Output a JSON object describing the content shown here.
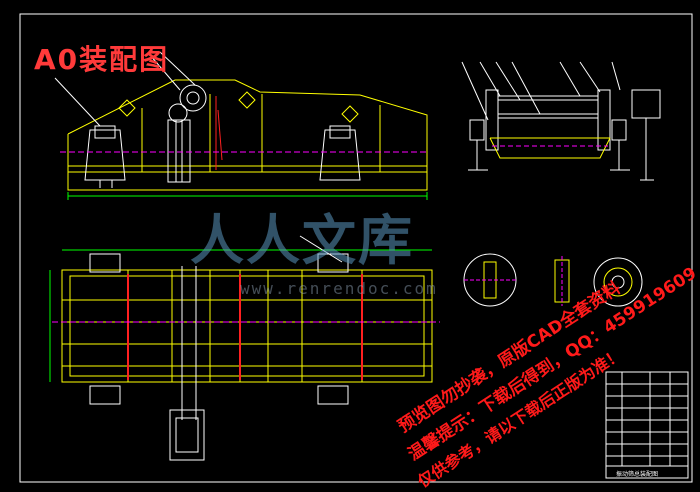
{
  "drawing": {
    "title_stamp": "A0装配图"
  },
  "watermark": {
    "brand": "人人文库",
    "url": "www.renrendoc.com"
  },
  "promo": {
    "line1": "预览图勿抄袭，原版CAD全套资料",
    "line2": "温馨提示：下载后得到，QQ：459919609",
    "line3": "仅供参考，请以下载后正版为准！"
  },
  "title_block": {
    "name": "振动筛总装配图"
  },
  "colors": {
    "background": "#000000",
    "frame": "#ffffff",
    "structure": "#ffff00",
    "center_line": "#ff00ff",
    "sections": "#ff2020",
    "dimensions": "#00ff00",
    "promo": "#ff1a1a"
  }
}
